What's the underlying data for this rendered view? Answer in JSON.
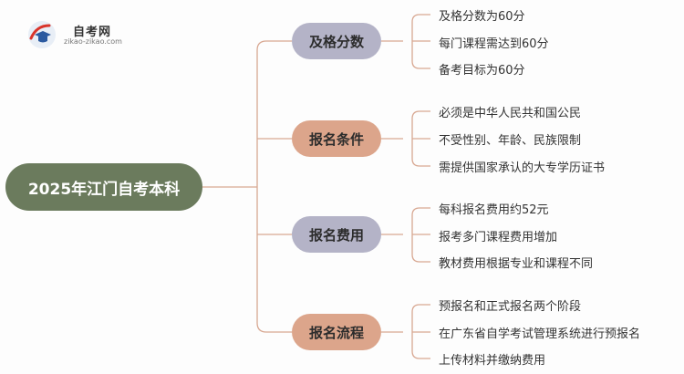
{
  "logo": {
    "title": "自考网",
    "subtitle": "zikao-zikao.com"
  },
  "root": {
    "label": "2025年江门自考本科"
  },
  "branches": [
    {
      "label": "及格分数",
      "items": [
        "及格分数为60分",
        "每门课程需达到60分",
        "备考目标为60分"
      ]
    },
    {
      "label": "报名条件",
      "items": [
        "必须是中华人民共和国公民",
        "不受性别、年龄、民族限制",
        "需提供国家承认的大专学历证书"
      ]
    },
    {
      "label": "报名费用",
      "items": [
        "每科报名费用约52元",
        "报考多门课程费用增加",
        "教材费用根据专业和课程不同"
      ]
    },
    {
      "label": "报名流程",
      "items": [
        "预报名和正式报名两个阶段",
        "在广东省自学考试管理系统进行预报名",
        "上传材料并缴纳费用"
      ]
    }
  ]
}
